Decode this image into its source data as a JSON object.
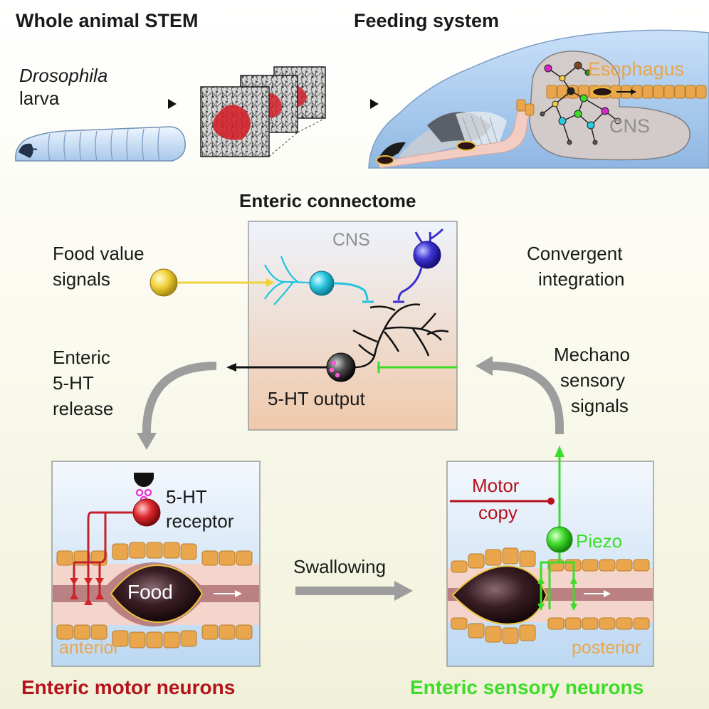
{
  "headings": {
    "whole_animal": "Whole animal STEM",
    "feeding_system": "Feeding system",
    "connectome": "Enteric connectome"
  },
  "larva": {
    "line1": "Drosophila",
    "line2": "larva"
  },
  "feeding": {
    "esophagus": "Esophagus",
    "cns": "CNS"
  },
  "connectome_panel": {
    "cns": "CNS",
    "output": "5-HT output"
  },
  "labels": {
    "food_value": [
      "Food value",
      "signals"
    ],
    "convergent": [
      "Convergent",
      "integration"
    ],
    "release": [
      "Enteric",
      "5-HT",
      "release"
    ],
    "mechano": [
      "Mechano",
      "sensory",
      "signals"
    ],
    "swallowing": "Swallowing"
  },
  "motor_panel": {
    "receptor": [
      "5-HT",
      "receptor"
    ],
    "food": "Food",
    "region": "anterior"
  },
  "sensory_panel": {
    "motor_copy": [
      "Motor",
      "copy"
    ],
    "piezo": "Piezo",
    "region": "posterior"
  },
  "footer": {
    "motor": "Enteric motor neurons",
    "sensory": "Enteric sensory neurons"
  },
  "colors": {
    "motor": "#b5121b",
    "sensory": "#3ddc28",
    "food_signal": "#f2d23c",
    "esophagus": "#e9a64c",
    "connectome_cyan": "#20c4dc",
    "connectome_blue": "#3a2fd0"
  }
}
